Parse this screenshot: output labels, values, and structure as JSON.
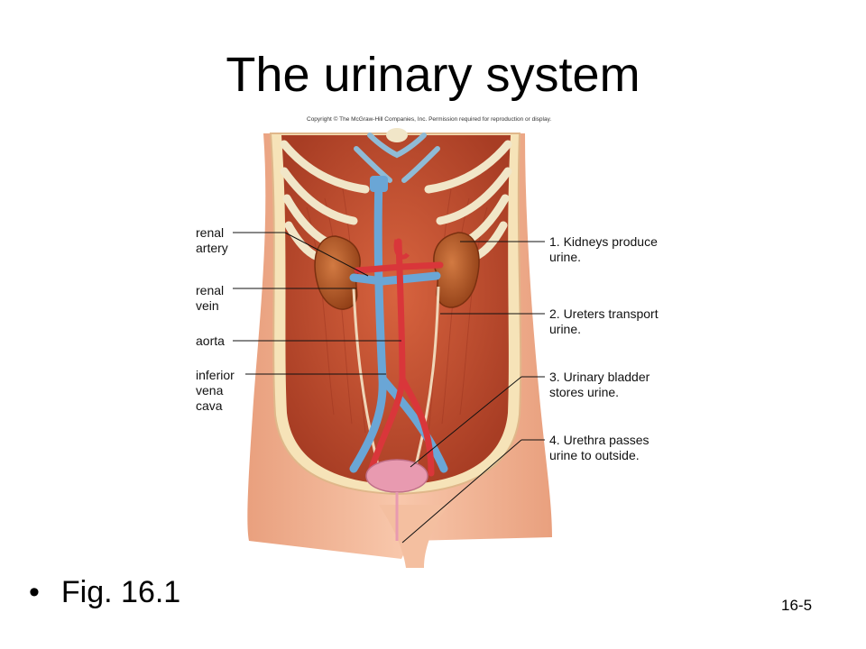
{
  "slide": {
    "title": "The urinary system",
    "copyright": "Copyright © The McGraw-Hill Companies, Inc. Permission required for reproduction or display.",
    "bullet_marker": "•",
    "bullet_text": "Fig. 16.1",
    "slide_number": "16-5"
  },
  "figure": {
    "left_labels": [
      {
        "text": "renal\nartery"
      },
      {
        "text": "renal\nvein"
      },
      {
        "text": "aorta"
      },
      {
        "text": "inferior\nvena\ncava"
      }
    ],
    "right_labels": [
      {
        "text": "1. Kidneys produce\n    urine."
      },
      {
        "text": "2. Ureters transport\n    urine."
      },
      {
        "text": "3. Urinary bladder\n    stores urine."
      },
      {
        "text": "4. Urethra passes\n    urine to outside."
      }
    ],
    "colors": {
      "skin": "#f2b596",
      "muscle": "#c8553a",
      "kidney": "#b5531f",
      "vein": "#6aa6d6",
      "artery": "#d9363a",
      "bladder": "#e89ab0"
    }
  }
}
